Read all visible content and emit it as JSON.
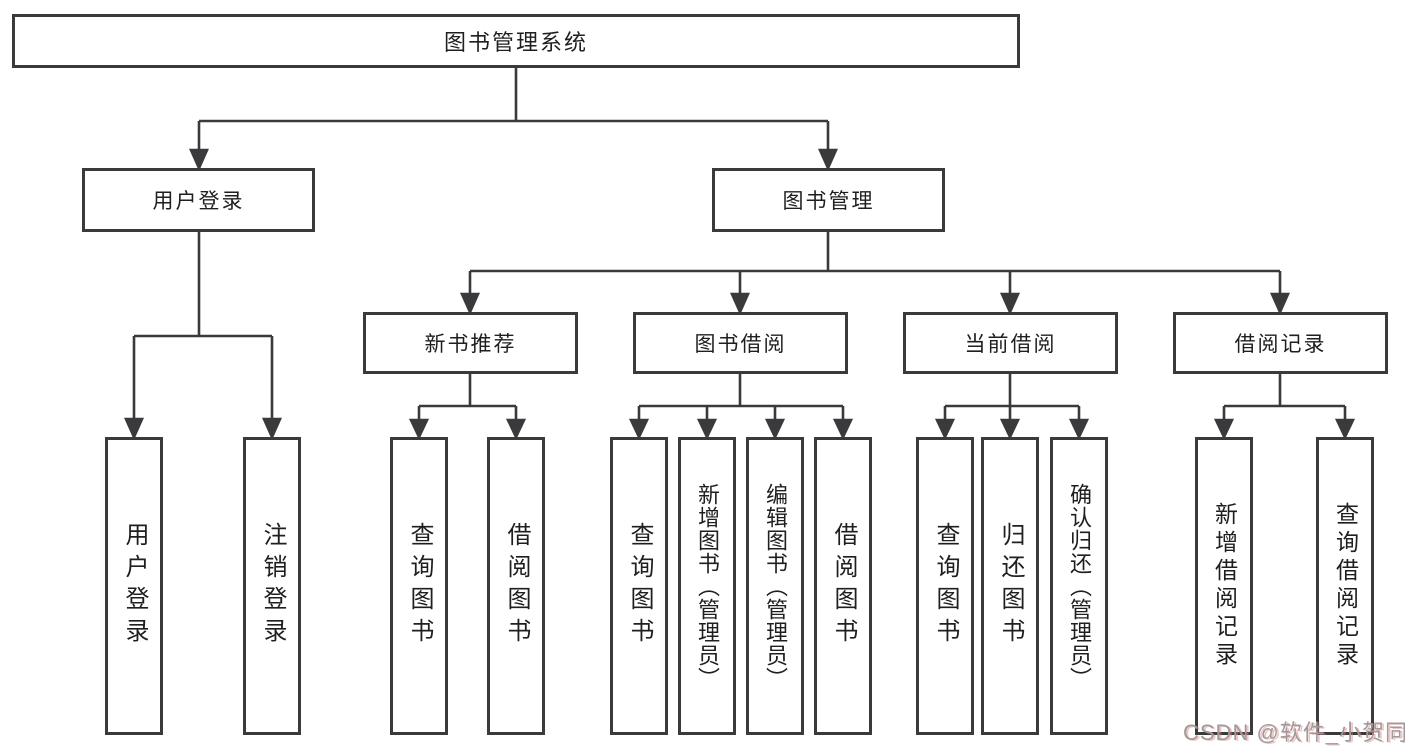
{
  "diagram": {
    "root": {
      "label": "图书管理系统"
    },
    "branches": {
      "user_login": {
        "label": "用户登录",
        "children": [
          "用户登录",
          "注销登录"
        ]
      },
      "book_mgmt": {
        "label": "图书管理"
      }
    },
    "modules": {
      "new_book": {
        "label": "新书推荐",
        "children": [
          "查询图书",
          "借阅图书"
        ]
      },
      "book_borrow": {
        "label": "图书借阅",
        "children": [
          "查询图书",
          "新增图书（管理员）",
          "编辑图书（管理员）",
          "借阅图书"
        ]
      },
      "current_borrow": {
        "label": "当前借阅",
        "children": [
          "查询图书",
          "归还图书",
          "确认归还（管理员）"
        ]
      },
      "borrow_records": {
        "label": "借阅记录",
        "children": [
          "新增借阅记录",
          "查询借阅记录"
        ]
      }
    },
    "watermark": "CSDN @软件_小贺同学",
    "colors": {
      "line": "#3a3a3c",
      "text": "#1f1f1f",
      "watermark_gray": "#9c9c9c"
    }
  }
}
